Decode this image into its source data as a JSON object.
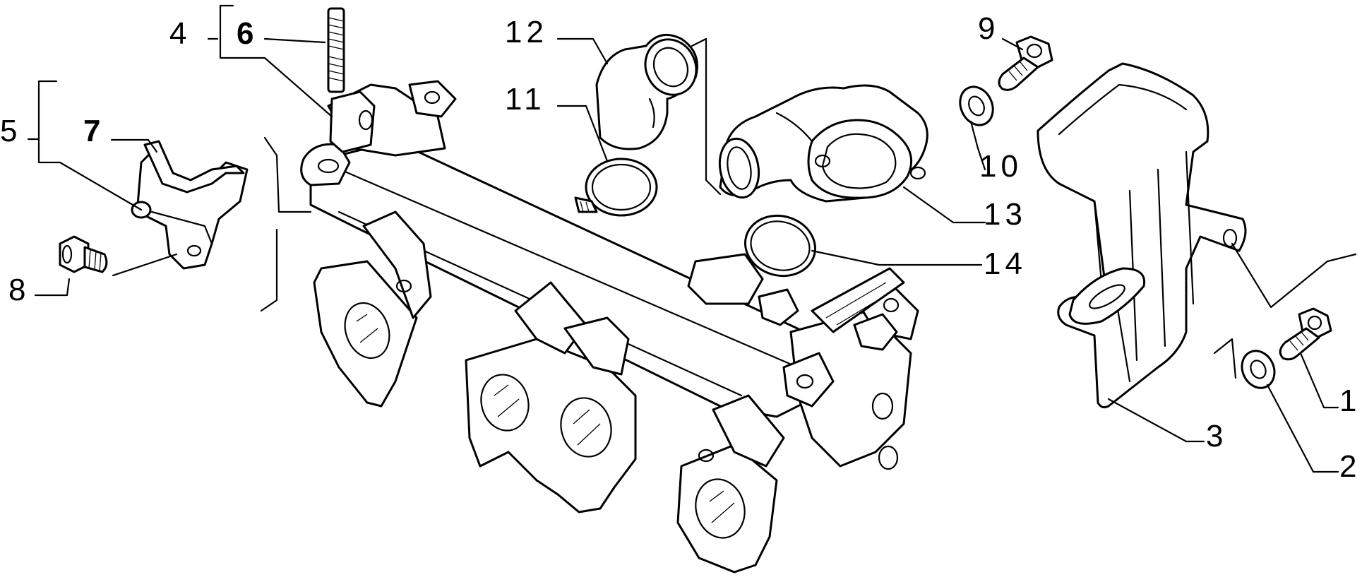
{
  "callouts": [
    {
      "id": "1",
      "text": "1"
    },
    {
      "id": "2",
      "text": "2"
    },
    {
      "id": "3",
      "text": "3"
    },
    {
      "id": "4",
      "text": "4"
    },
    {
      "id": "5",
      "text": "5"
    },
    {
      "id": "6",
      "text": "6"
    },
    {
      "id": "7",
      "text": "7"
    },
    {
      "id": "8",
      "text": "8"
    },
    {
      "id": "9",
      "text": "9"
    },
    {
      "id": "10",
      "text": "10"
    },
    {
      "id": "11",
      "text": "11"
    },
    {
      "id": "12",
      "text": "12"
    },
    {
      "id": "13",
      "text": "13"
    },
    {
      "id": "14",
      "text": "14"
    }
  ],
  "colors": {
    "line": "#000000",
    "background": "#ffffff"
  }
}
